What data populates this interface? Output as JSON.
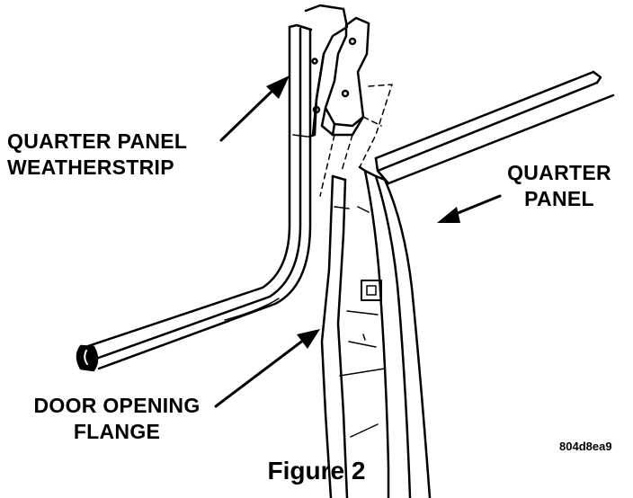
{
  "labels": {
    "weatherstrip": [
      "QUARTER PANEL",
      "WEATHERSTRIP"
    ],
    "quarter_panel": [
      "QUARTER",
      "PANEL"
    ],
    "door_flange": [
      "DOOR OPENING",
      "FLANGE"
    ]
  },
  "figure_code": "804d8ea9",
  "caption": "Figure 2"
}
